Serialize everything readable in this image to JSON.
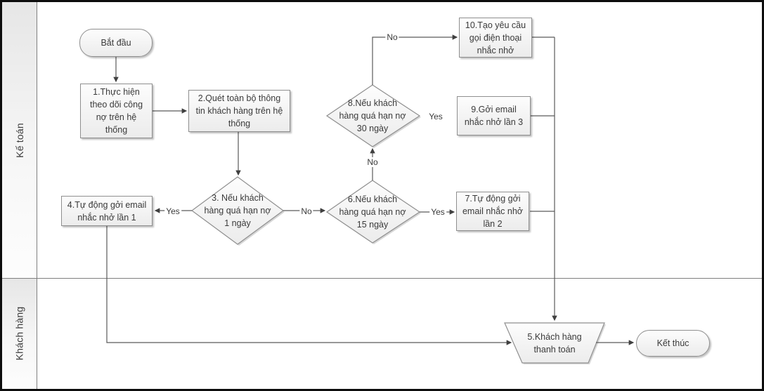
{
  "lanes": [
    {
      "label": "Kế toán"
    },
    {
      "label": "Khách hàng"
    }
  ],
  "nodes": {
    "start": {
      "label": "Bắt đầu",
      "type": "terminator"
    },
    "step1": {
      "label": "1.Thực hiện\ntheo dõi công\nnợ trên hệ\nthống",
      "type": "process"
    },
    "step2": {
      "label": "2.Quét toàn bộ thông\ntin khách hàng trên hệ\nthống",
      "type": "process"
    },
    "decision3": {
      "label": "3. Nếu khách\nhàng quá hạn nợ\n1 ngày",
      "type": "decision"
    },
    "step4": {
      "label": "4.Tự động gởi email\nnhắc nhở lần 1",
      "type": "process"
    },
    "step5": {
      "label": "5.Khách hàng\nthanh toán",
      "type": "manual-operation"
    },
    "decision6": {
      "label": "6.Nếu khách\nhàng quá hạn nợ\n15 ngày",
      "type": "decision"
    },
    "step7": {
      "label": "7.Tự động gởi\nemail nhắc nhở\nlần 2",
      "type": "process"
    },
    "decision8": {
      "label": "8.Nếu khách\nhàng quá hạn nợ\n30 ngày",
      "type": "decision"
    },
    "step9": {
      "label": "9.Gởi email\nnhắc nhở lần 3",
      "type": "process"
    },
    "step10": {
      "label": "10.Tạo yêu cầu\ngọi điện thoại\nnhắc nhở",
      "type": "process"
    },
    "end": {
      "label": "Kết thúc",
      "type": "terminator"
    }
  },
  "edge_labels": {
    "d3_yes": "Yes",
    "d3_no": "No",
    "d6_yes": "Yes",
    "d6_no": "No",
    "d8_yes": "Yes",
    "d8_no": "No"
  },
  "edges": [
    {
      "from": "start",
      "to": "step1"
    },
    {
      "from": "step1",
      "to": "step2"
    },
    {
      "from": "step2",
      "to": "decision3"
    },
    {
      "from": "decision3",
      "to": "step4",
      "label": "Yes"
    },
    {
      "from": "decision3",
      "to": "decision6",
      "label": "No"
    },
    {
      "from": "decision6",
      "to": "step7",
      "label": "Yes"
    },
    {
      "from": "decision6",
      "to": "decision8",
      "label": "No"
    },
    {
      "from": "decision8",
      "to": "step9",
      "label": "Yes"
    },
    {
      "from": "decision8",
      "to": "step10",
      "label": "No"
    },
    {
      "from": "step7",
      "to": "step5"
    },
    {
      "from": "step9",
      "to": "step5"
    },
    {
      "from": "step10",
      "to": "step5"
    },
    {
      "from": "step4",
      "to": "step5"
    },
    {
      "from": "step5",
      "to": "end"
    }
  ],
  "colors": {
    "frame": "#0d0d0d",
    "node_border": "#8f8f8f",
    "node_fill_top": "#fdfdfd",
    "node_fill_bottom": "#ececec",
    "connector": "#5a5a5a",
    "arrowhead": "#3f3f3f",
    "text": "#3a3a3a",
    "lane_divider": "#7f7f7f"
  }
}
